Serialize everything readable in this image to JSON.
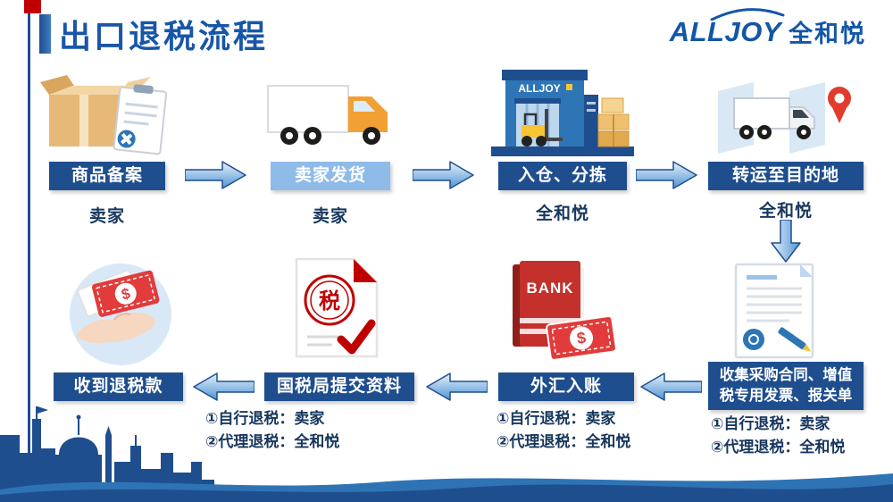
{
  "page": {
    "title": "出口退税流程",
    "logo": {
      "en": "ALLJOY",
      "cn": "全和悦"
    }
  },
  "steps_top": [
    {
      "label": "商品备案",
      "actor": "卖家"
    },
    {
      "label": "卖家发货",
      "actor": "卖家"
    },
    {
      "label": "入仓、分拣",
      "actor": "全和悦"
    },
    {
      "label": "转运至目的地",
      "actor": "全和悦"
    }
  ],
  "steps_bottom": [
    {
      "label": "收到退税款"
    },
    {
      "label": "国税局提交资料",
      "note1": "①自行退税：卖家",
      "note2": "②代理退税：全和悦"
    },
    {
      "label": "外汇入账",
      "note1": "①自行退税：卖家",
      "note2": "②代理退税：全和悦"
    },
    {
      "label": "收集采购合同、增值税专用发票、报关单",
      "note1": "①自行退税：卖家",
      "note2": "②代理退税：全和悦"
    }
  ],
  "icon_text": {
    "warehouse_sign": "ALLJOY",
    "bank_book": "BANK",
    "tax_seal": "税",
    "dollar": "$"
  },
  "colors": {
    "primary_blue": "#1F4E8E",
    "light_blue": "#8FBBE8",
    "accent_red": "#C00000",
    "bill_red": "#E23B3B"
  }
}
